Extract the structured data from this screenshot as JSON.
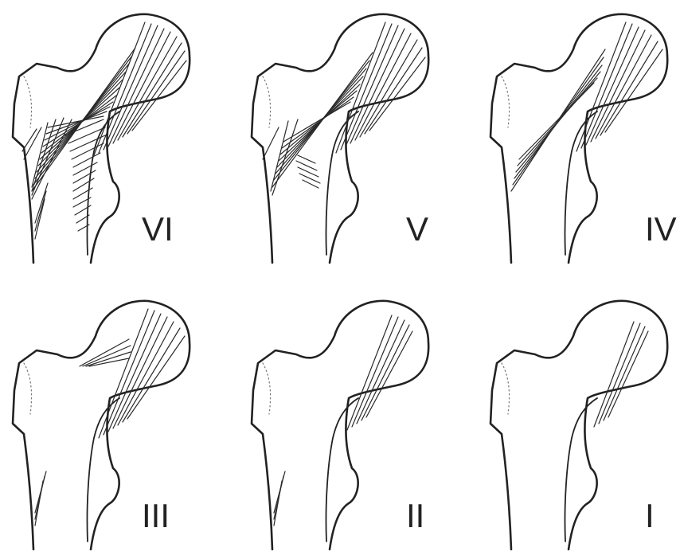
{
  "panels": [
    {
      "label": "VI",
      "grade": 6
    },
    {
      "label": "V",
      "grade": 5
    },
    {
      "label": "IV",
      "grade": 4
    },
    {
      "label": "III",
      "grade": 3
    },
    {
      "label": "II",
      "grade": 2
    },
    {
      "label": "I",
      "grade": 1
    }
  ]
}
